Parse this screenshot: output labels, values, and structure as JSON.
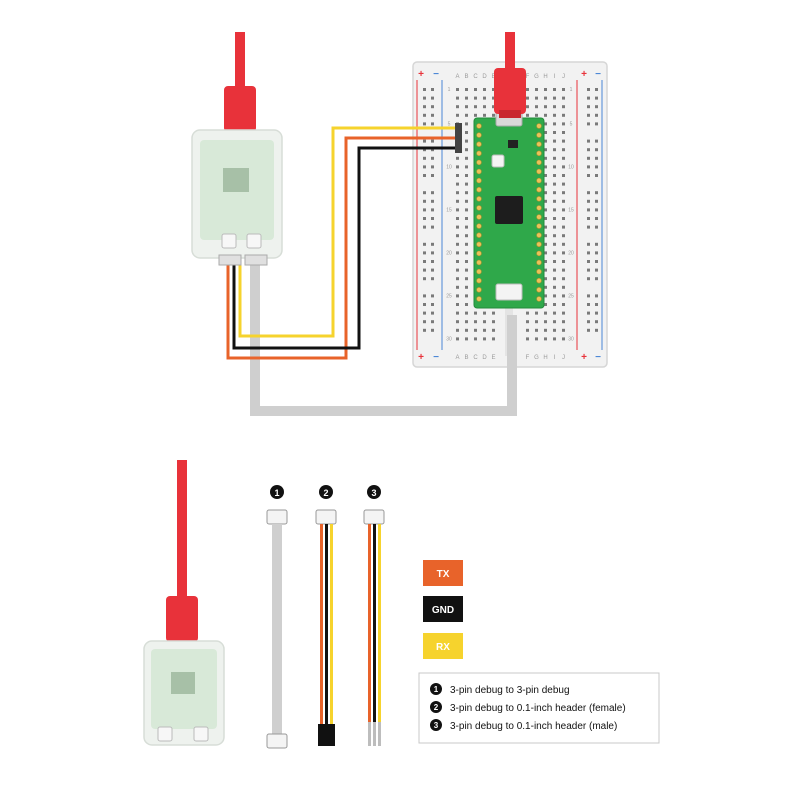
{
  "breadboard": {
    "cols_top": [
      "A",
      "B",
      "C",
      "D",
      "E",
      "F",
      "G",
      "H",
      "I",
      "J"
    ],
    "cols_bottom": [
      "A",
      "B",
      "C",
      "D",
      "E",
      "F",
      "G",
      "H",
      "I",
      "J"
    ],
    "rail_plus": "+",
    "rail_minus": "−",
    "row_labels_left": [
      "1",
      "5",
      "10",
      "15",
      "20",
      "25",
      "30"
    ],
    "row_labels_right": [
      "1",
      "5",
      "10",
      "15",
      "20",
      "25",
      "30"
    ]
  },
  "wire_colors": {
    "tx": "#e8632a",
    "gnd": "#111111",
    "rx": "#f6d32d",
    "usb_red": "#e8323a",
    "grey": "#cfcfcf"
  },
  "cables": [
    {
      "badge": "1"
    },
    {
      "badge": "2"
    },
    {
      "badge": "3"
    }
  ],
  "legend_signals": [
    {
      "label": "TX",
      "color": "#e8632a",
      "text_color": "#ffffff"
    },
    {
      "label": "GND",
      "color": "#111111",
      "text_color": "#ffffff"
    },
    {
      "label": "RX",
      "color": "#f6d32d",
      "text_color": "#ffffff"
    }
  ],
  "legend_cables": [
    {
      "badge": "1",
      "label": "3-pin debug to 3-pin debug"
    },
    {
      "badge": "2",
      "label": "3-pin debug to 0.1-inch header (female)"
    },
    {
      "badge": "3",
      "label": "3-pin debug to 0.1-inch header (male)"
    }
  ]
}
